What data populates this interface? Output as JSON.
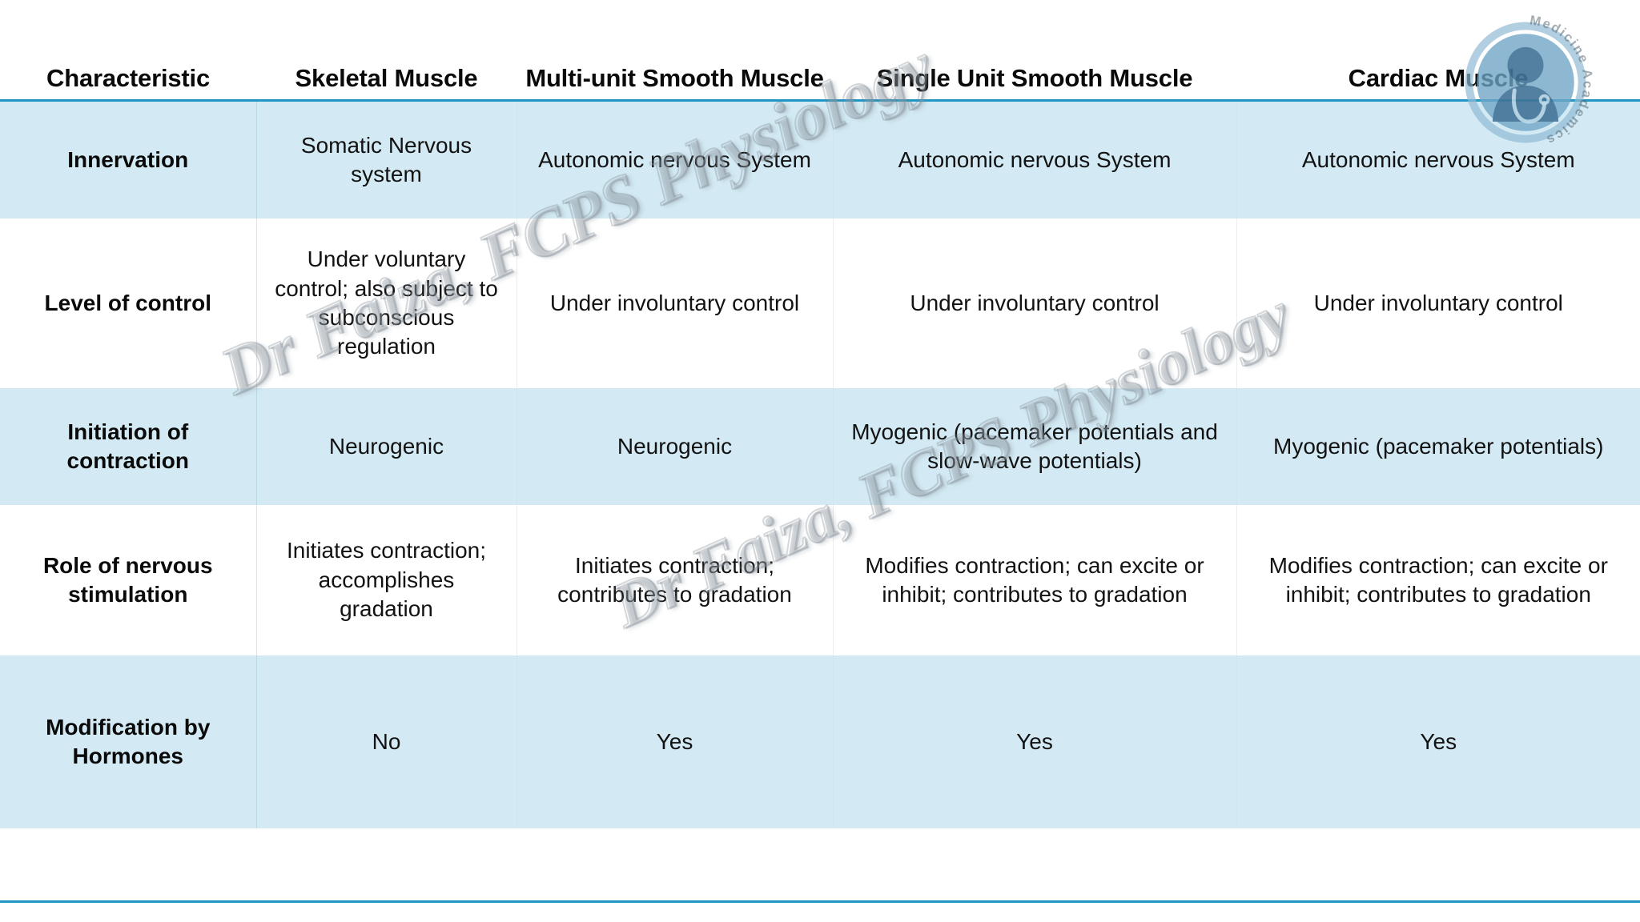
{
  "theme": {
    "accent_rule_color": "#2196c4",
    "band_row_color": "#d3eaf4",
    "plain_row_color": "#ffffff",
    "text_color": "#121212"
  },
  "table": {
    "headers": [
      "Characteristic",
      "Skeletal Muscle",
      "Multi-unit Smooth Muscle",
      "Single Unit Smooth Muscle",
      "Cardiac Muscle"
    ],
    "rows": [
      {
        "characteristic": "Innervation",
        "skeletal": "Somatic Nervous system",
        "multi_unit": "Autonomic nervous System",
        "single_unit": "Autonomic nervous System",
        "cardiac": "Autonomic nervous System"
      },
      {
        "characteristic": "Level of control",
        "skeletal": "Under voluntary control; also subject to subconscious regulation",
        "multi_unit": "Under involuntary control",
        "single_unit": "Under involuntary control",
        "cardiac": "Under involuntary control"
      },
      {
        "characteristic": "Initiation of contraction",
        "skeletal": "Neurogenic",
        "multi_unit": "Neurogenic",
        "single_unit": "Myogenic (pacemaker potentials and slow-wave potentials)",
        "cardiac": "Myogenic (pacemaker potentials)"
      },
      {
        "characteristic": "Role of nervous stimulation",
        "skeletal": "Initiates contraction; accomplishes gradation",
        "multi_unit": "Initiates contraction; contributes to gradation",
        "single_unit": "Modifies contraction; can excite or inhibit; contributes to gradation",
        "cardiac": "Modifies contraction; can excite or inhibit; contributes to gradation"
      },
      {
        "characteristic": "Modification by Hormones",
        "skeletal": "No",
        "multi_unit": "Yes",
        "single_unit": "Yes",
        "cardiac": "Yes"
      }
    ]
  },
  "watermarks": {
    "one": "Dr Faiza, FCPS Physiology",
    "two": "Dr Faiza, FCPS Physiology"
  },
  "logo": {
    "name": "medicine-academics-logo",
    "curved_text": "Medicine Academics",
    "ring_color": "#7fb0cf",
    "disc_color": "#5e94bb",
    "figure_color": "#3f6f93"
  }
}
